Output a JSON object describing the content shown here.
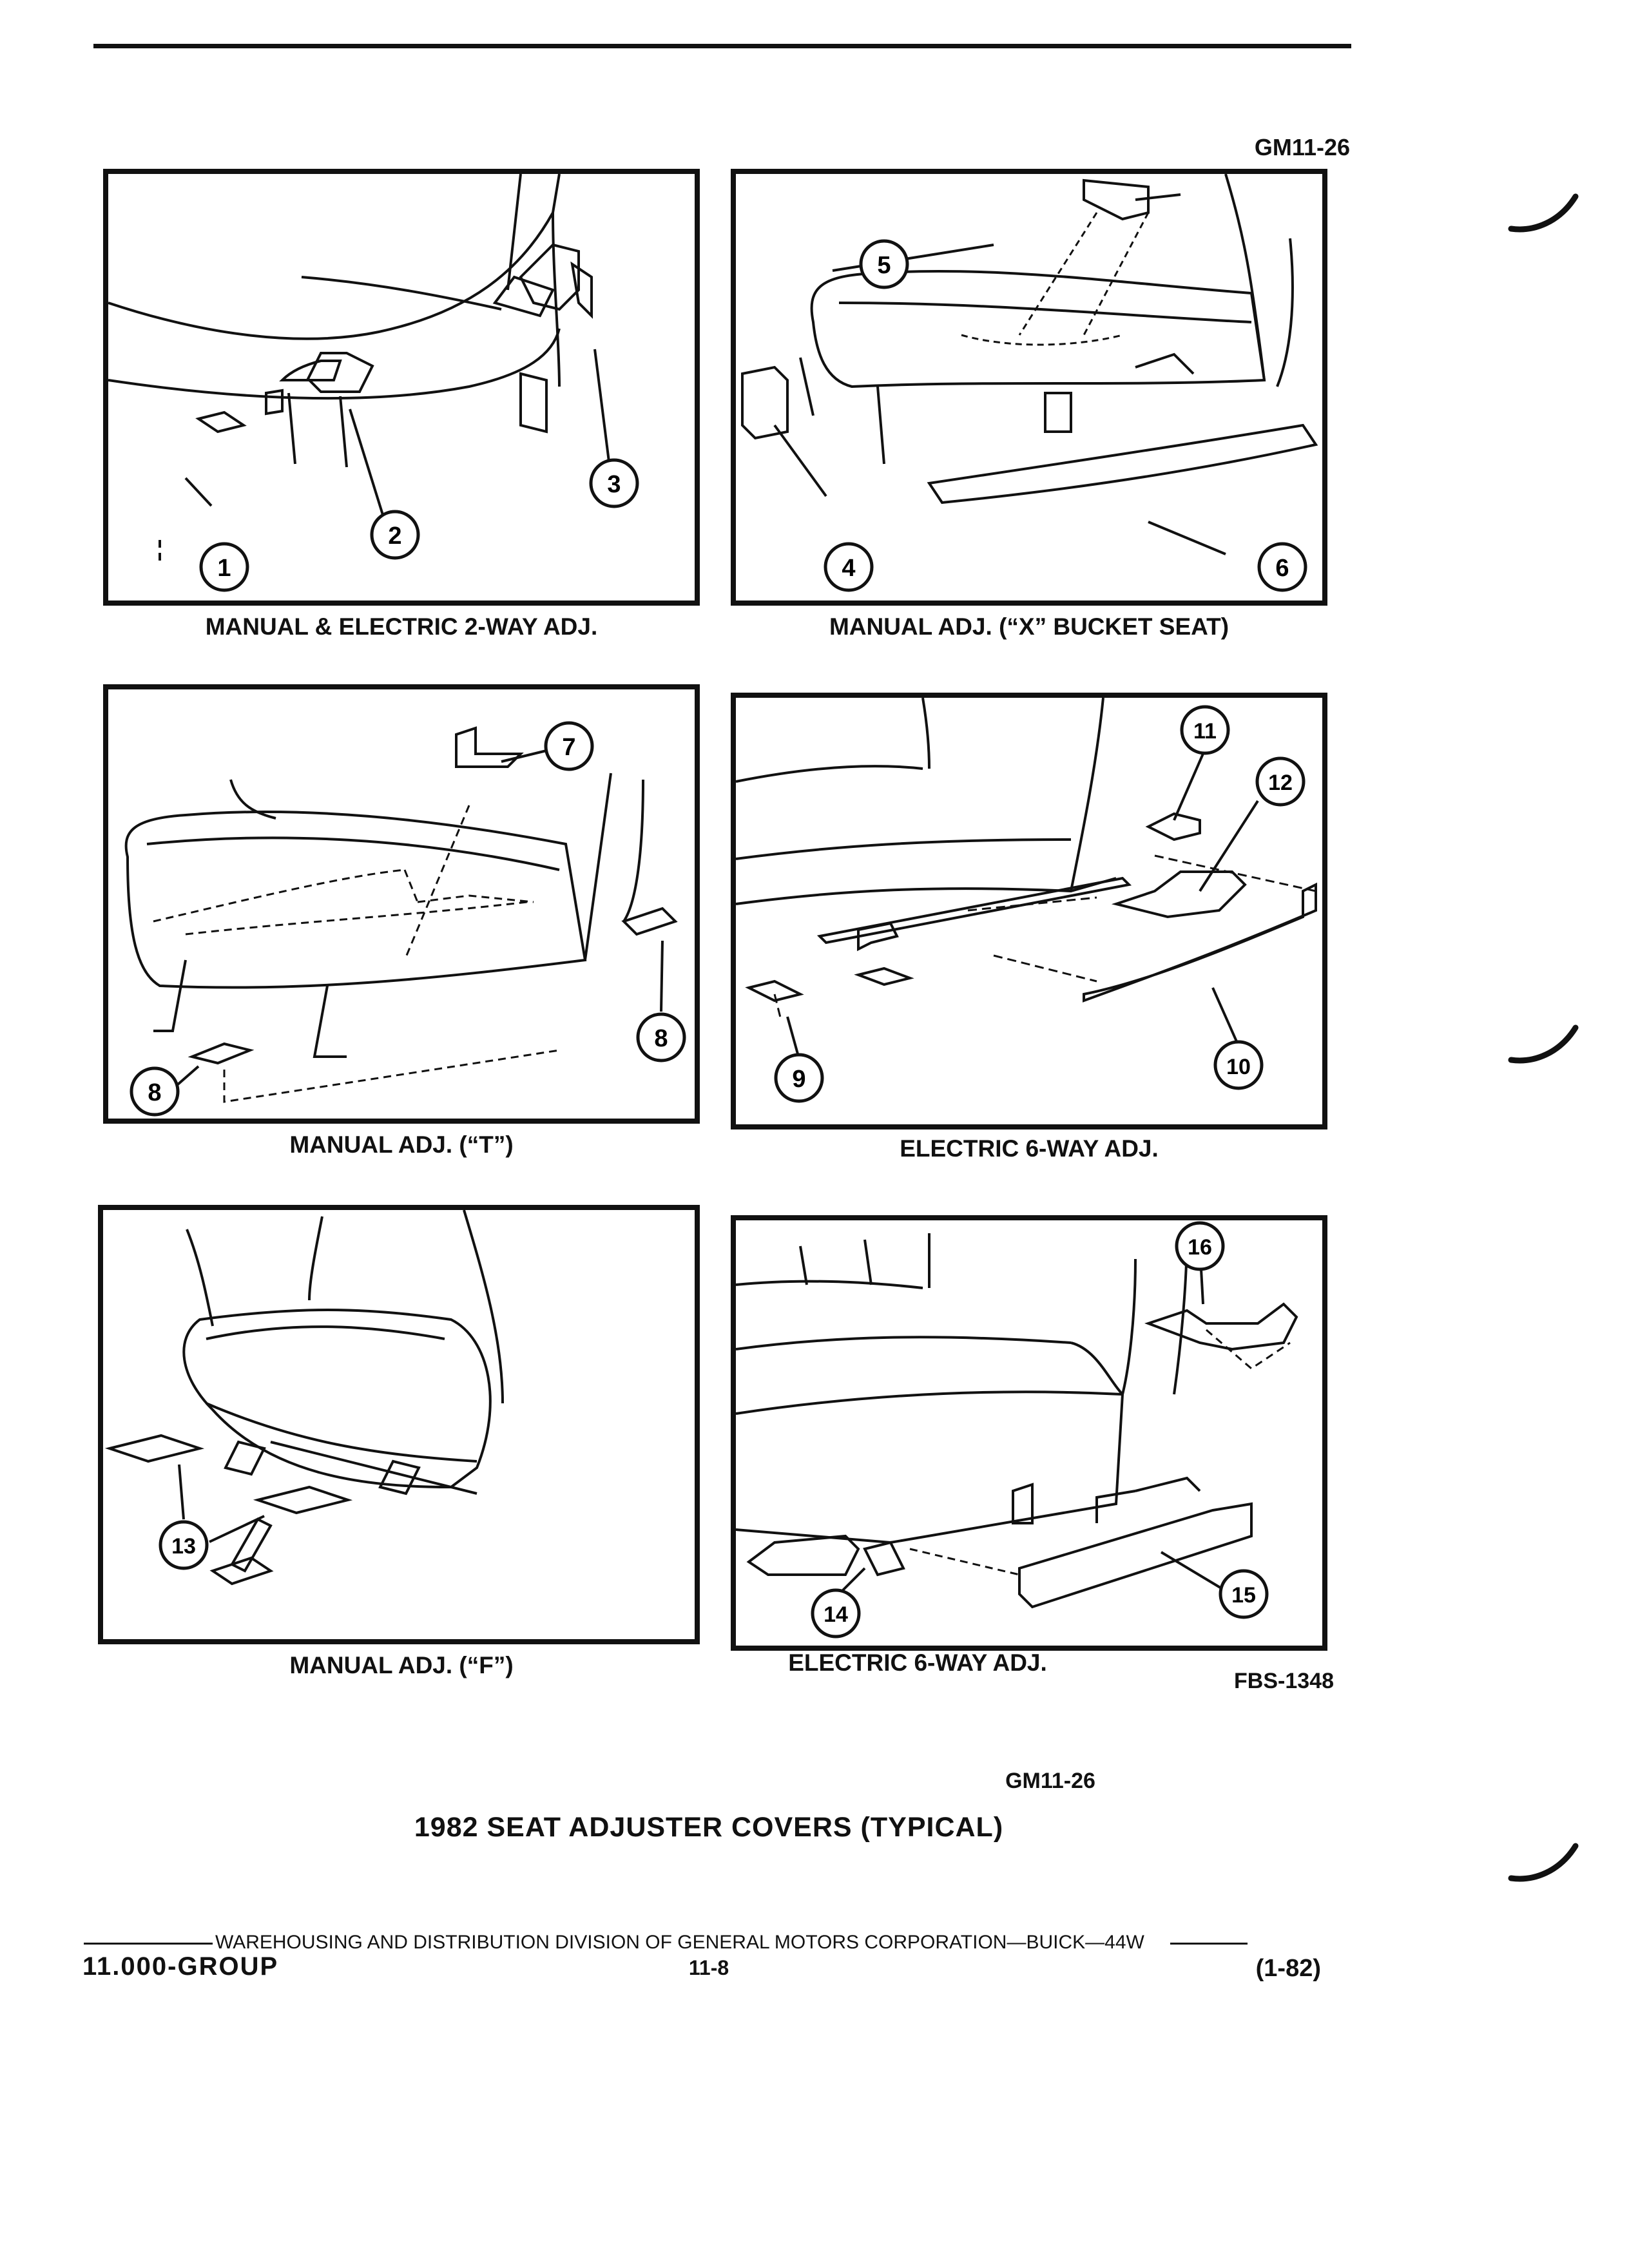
{
  "header": {
    "reference": "GM11-26"
  },
  "panels": [
    {
      "caption": "MANUAL & ELECTRIC 2-WAY ADJ.",
      "callouts": [
        "1",
        "2",
        "3"
      ]
    },
    {
      "caption": "MANUAL ADJ. (“X” BUCKET SEAT)",
      "callouts": [
        "4",
        "5",
        "6"
      ]
    },
    {
      "caption": "MANUAL ADJ. (“T”)",
      "callouts": [
        "7",
        "8",
        "8"
      ]
    },
    {
      "caption": "ELECTRIC 6-WAY ADJ.",
      "callouts": [
        "9",
        "10",
        "11",
        "12"
      ]
    },
    {
      "caption": "MANUAL ADJ. (“F”)",
      "callouts": [
        "13"
      ]
    },
    {
      "caption": "ELECTRIC 6-WAY ADJ.",
      "callouts": [
        "14",
        "15",
        "16"
      ]
    }
  ],
  "figure_code": "FBS-1348",
  "figure_reference": "GM11-26",
  "figure_title": "1982 SEAT ADJUSTER COVERS (TYPICAL)",
  "footer": {
    "publisher": "WAREHOUSING AND DISTRIBUTION  DIVISION OF GENERAL MOTORS CORPORATION—BUICK—44W",
    "group": "11.000-GROUP",
    "page": "11-8",
    "date": "(1-82)"
  }
}
